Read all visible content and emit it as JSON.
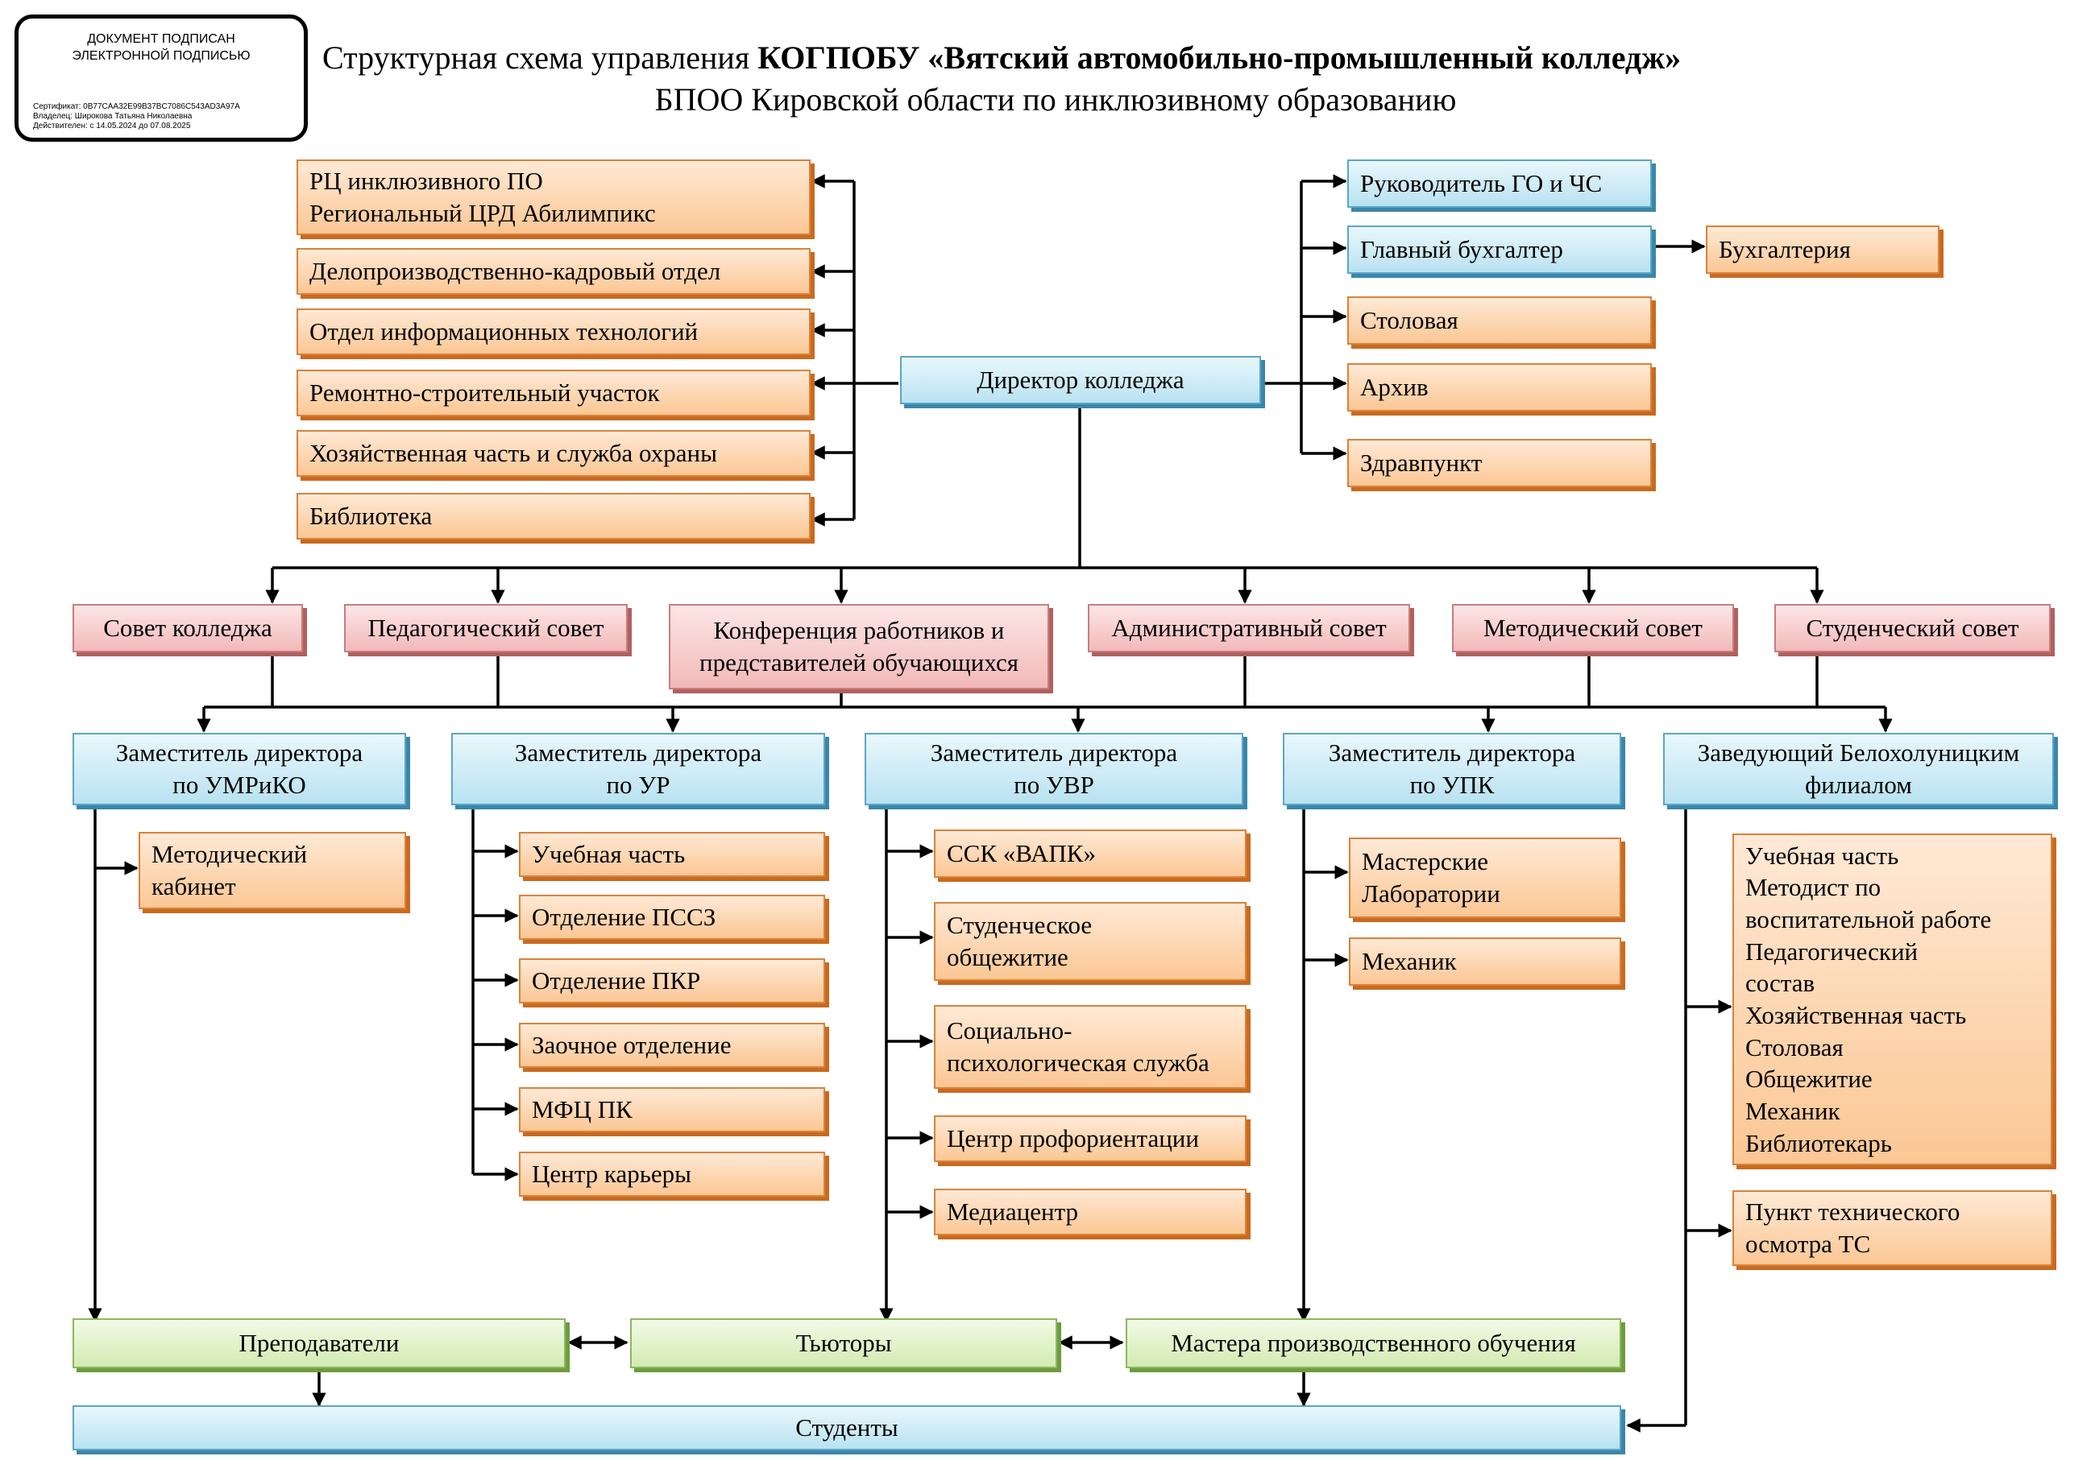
{
  "stamp": {
    "title": "ДОКУМЕНТ ПОДПИСАН\nЭЛЕКТРОННОЙ ПОДПИСЬЮ",
    "certificate": "Сертификат: 0B77CAA32E99B37BC7086C543AD3A97A",
    "owner": "Владелец: Широкова Татьяна Николаевна",
    "valid": "Действителен: с 14.05.2024 до 07.08.2025"
  },
  "title": {
    "line1_plain": "Структурная схема управления ",
    "line1_bold": "КОГПОБУ «Вятский автомобильно-промышленный колледж»",
    "line2": "БПОО Кировской области по инклюзивному образованию"
  },
  "director": "Директор колледжа",
  "left_units": [
    "РЦ инклюзивного ПО\nРегиональный ЦРД Абилимпикс",
    "Делопроизводственно-кадровый отдел",
    "Отдел информационных технологий",
    "Ремонтно-строительный участок",
    "Хозяйственная часть и служба охраны",
    "Библиотека"
  ],
  "right_units": {
    "go_chs": "Руководитель ГО и ЧС",
    "chief_accountant": "Главный бухгалтер",
    "accounting": "Бухгалтерия",
    "canteen": "Столовая",
    "archive": "Архив",
    "medical": "Здравпункт"
  },
  "councils": [
    "Совет колледжа",
    "Педагогический совет",
    "Конференция работников и\nпредставителей обучающихся",
    "Административный совет",
    "Методический совет",
    "Студенческий совет"
  ],
  "deputies": [
    "Заместитель директора\nпо УМРиКО",
    "Заместитель директора\nпо УР",
    "Заместитель директора\nпо УВР",
    "Заместитель директора\nпо УПК",
    "Заведующий Белохолуницким\nфилиалом"
  ],
  "umriko_units": [
    "Методический\nкабинет"
  ],
  "ur_units": [
    "Учебная часть",
    "Отделение ПССЗ",
    "Отделение ПКР",
    "Заочное отделение",
    "МФЦ ПК",
    "Центр карьеры"
  ],
  "uvr_units": [
    "ССК «ВАПК»",
    "Студенческое\nобщежитие",
    "Социально-\nпсихологическая служба",
    "Центр профориентации",
    "Медиацентр"
  ],
  "upk_units": [
    "Мастерские\nЛаборатории",
    "Механик"
  ],
  "branch_units": [
    "Учебная часть\nМетодист по\nвоспитательной работе\nПедагогический\nсостав\nХозяйственная часть\nСтоловая\nОбщежитие\nМеханик\nБиблиотекарь",
    "Пункт технического\nосмотра ТС"
  ],
  "bottom": {
    "teachers": "Преподаватели",
    "tutors": "Тьюторы",
    "masters": "Мастера производственного обучения",
    "students": "Студенты"
  },
  "colors": {
    "orange_box": "#fbc794",
    "blue_box": "#b9e2f1",
    "pink_box": "#f2b9b9",
    "green_box": "#d2ebb1",
    "line": "#000000"
  }
}
